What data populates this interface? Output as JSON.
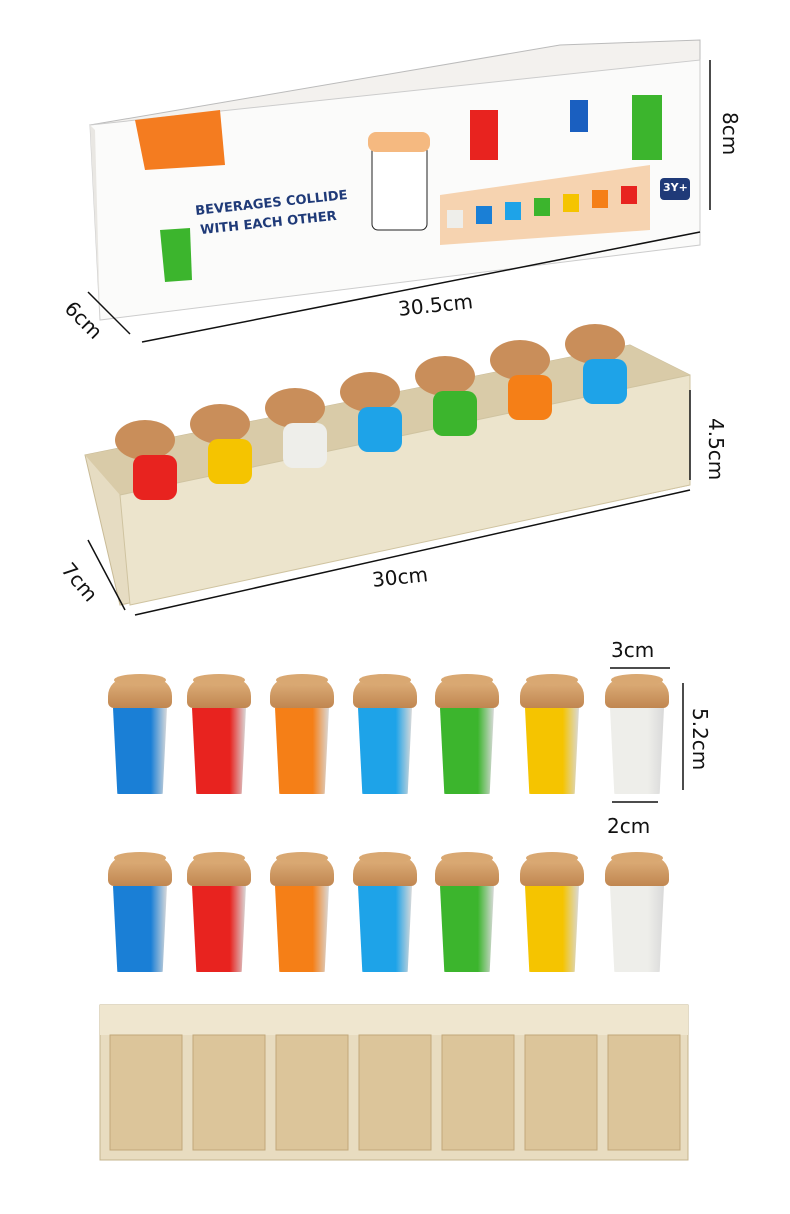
{
  "box": {
    "title_line1": "BEVERAGES COLLIDE",
    "title_line2": "WITH EACH OTHER",
    "age_badge": "3Y+",
    "dims": {
      "height": "8cm",
      "depth": "6cm",
      "length": "30.5cm"
    }
  },
  "tray_filled": {
    "dims": {
      "height": "4.5cm",
      "depth": "7cm",
      "length": "30cm"
    }
  },
  "cups": {
    "dims": {
      "top_width": "3cm",
      "height": "5.2cm",
      "bottom_width": "2cm"
    },
    "colors": [
      "#1a7fd6",
      "#e8231f",
      "#f57f17",
      "#1ea3e8",
      "#3cb52d",
      "#f5c400",
      "#eeeeea"
    ]
  },
  "colors": {
    "wood": "#e9dcc0",
    "lid": "#d4a06a",
    "box_title": "#1f3a78"
  }
}
